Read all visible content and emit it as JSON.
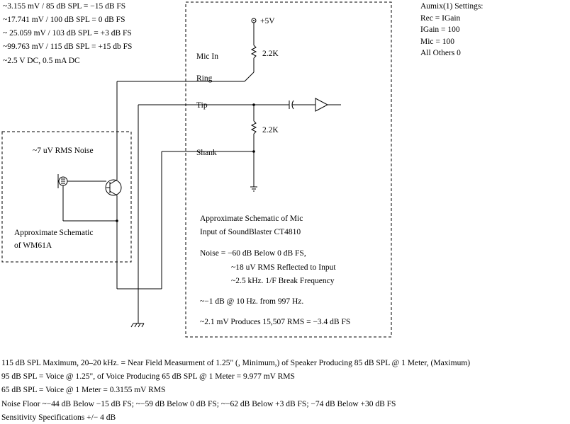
{
  "top_left_notes": [
    "~3.155 mV / 85 dB SPL = −15 dB FS",
    "~17.741 mV / 100 dB SPL = 0 dB FS",
    "~ 25.059 mV / 103 dB SPL = +3 dB FS",
    "~99.763  mV / 115 dB SPL = +15 db FS",
    "~2.5 V DC, 0.5 mA DC"
  ],
  "aumix": {
    "title": "Aumix(1) Settings:",
    "lines": [
      "Rec = IGain",
      "IGain = 100",
      "Mic = 100",
      "All Others 0"
    ]
  },
  "soundcard": {
    "supply": "+5V",
    "mic_in": "Mic In",
    "resistor_top": "2.2K",
    "resistor_bottom": "2.2K",
    "ring": "Ring",
    "tip": "Tip",
    "shank": "Shank",
    "caption_line1": "Approximate Schematic of Mic",
    "caption_line2": "Input of SoundBlaster CT4810",
    "noise_line1": "Noise = −60 dB Below 0 dB FS,",
    "noise_line2": "~18 uV RMS Reflected to Input",
    "noise_line3": "~2.5 kHz. 1/F Break Frequency",
    "freq_note": "~−1 dB @ 10 Hz. from 997 Hz.",
    "rms_note": "~2.1 mV Produces 15,507 RMS = −3.4 dB FS"
  },
  "mic": {
    "noise": "~7 uV RMS Noise",
    "caption_line1": "Approximate Schematic",
    "caption_line2": "of WM61A"
  },
  "bottom_notes": [
    "115 dB SPL Maximum, 20–20 kHz. = Near Field Measurment of 1.25\" (, Minimum,) of Speaker Producing 85 dB SPL @ 1 Meter, (Maximum)",
    "95 dB SPL = Voice @ 1.25\", of Voice Producing 65 dB SPL @ 1 Meter = 9.977 mV RMS",
    "65 dB SPL = Voice @ 1 Meter = 0.3155 mV RMS",
    "Noise Floor ~−44 dB Below −15 dB FS; ~−59 dB Below 0 dB FS; ~−62 dB Below +3 dB FS; −74 dB Below +30 dB FS",
    "Sensitivity Specifications +/− 4 dB"
  ]
}
